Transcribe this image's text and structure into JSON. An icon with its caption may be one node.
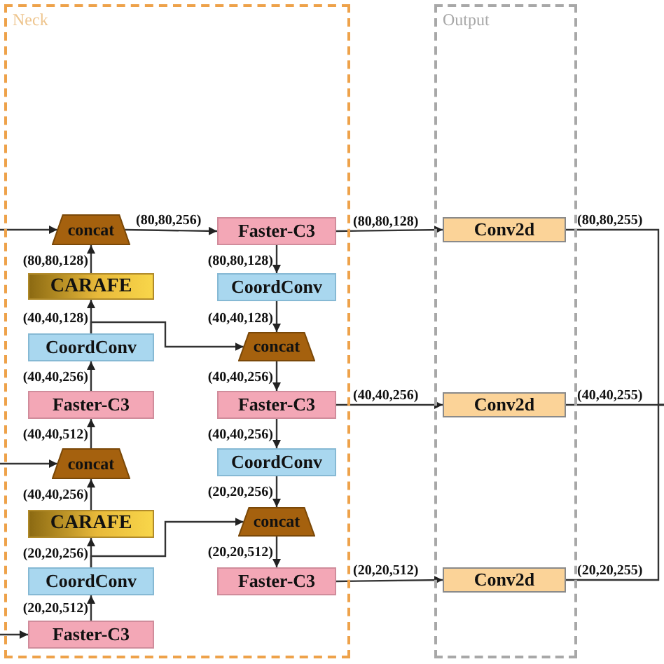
{
  "diagram": {
    "nodes": [
      {
        "text": [
          "Neck"
        ]
      },
      {
        "text": [
          "concat"
        ],
        "in": 0
      },
      {
        "text": [
          "Faster-C3"
        ],
        "in": 0
      },
      {
        "text": [
          "CARAFE"
        ],
        "in": 0
      },
      {
        "text": [
          "CoordConv"
        ],
        "in": 0
      },
      {
        "text": [
          "CoordConv"
        ],
        "in": 0
      },
      {
        "text": [
          "concat"
        ],
        "in": 0
      },
      {
        "text": [
          "Faster-C3"
        ],
        "in": 0
      },
      {
        "text": [
          "Faster-C3"
        ],
        "in": 0
      },
      {
        "text": [
          "concat"
        ],
        "in": 0
      },
      {
        "text": [
          "CoordConv"
        ],
        "in": 0
      },
      {
        "text": [
          "CARAFE"
        ],
        "in": 0
      },
      {
        "text": [
          "concat"
        ],
        "in": 0
      },
      {
        "text": [
          "CoordConv"
        ],
        "in": 0
      },
      {
        "text": [
          "Faster-C3"
        ],
        "in": 0
      },
      {
        "text": [
          "Faster-C3"
        ],
        "in": 0
      },
      {
        "text": [
          "Output"
        ]
      },
      {
        "text": [
          "Conv2d"
        ],
        "in": 16
      },
      {
        "text": [
          "Conv2d"
        ],
        "in": 16
      },
      {
        "text": [
          "Conv2d"
        ],
        "in": 16
      }
    ],
    "edges": [
      {
        "from": null,
        "to": 1,
        "arrow": "to"
      },
      {
        "from": 1,
        "to": 2,
        "arrow": "to",
        "label": "(80,80,256)"
      },
      {
        "from": 3,
        "to": 1,
        "arrow": "to",
        "label": "(80,80,128)"
      },
      {
        "from": 2,
        "to": 4,
        "arrow": "to",
        "label": "(80,80,128)"
      },
      {
        "from": 5,
        "to": 3,
        "arrow": "to",
        "label": "(40,40,128)"
      },
      {
        "from": 5,
        "to": 6,
        "arrow": "to"
      },
      {
        "from": 4,
        "to": 6,
        "arrow": "to",
        "label": "(40,40,128)"
      },
      {
        "from": 6,
        "to": 8,
        "arrow": "to",
        "label": "(40,40,256)"
      },
      {
        "from": 7,
        "to": 5,
        "arrow": "to",
        "label": "(40,40,256)"
      },
      {
        "from": 9,
        "to": 7,
        "arrow": "to",
        "label": "(40,40,512)"
      },
      {
        "from": null,
        "to": 9,
        "arrow": "to"
      },
      {
        "from": 8,
        "to": 10,
        "arrow": "to",
        "label": "(40,40,256)"
      },
      {
        "from": 11,
        "to": 9,
        "arrow": "to",
        "label": "(40,40,256)"
      },
      {
        "from": 13,
        "to": 11,
        "arrow": "to",
        "label": "(20,20,256)"
      },
      {
        "from": 13,
        "to": 12,
        "arrow": "to"
      },
      {
        "from": 10,
        "to": 12,
        "arrow": "to",
        "label": "(20,20,256)"
      },
      {
        "from": 12,
        "to": 14,
        "arrow": "to",
        "label": "(20,20,512)"
      },
      {
        "from": 15,
        "to": 13,
        "arrow": "to",
        "label": "(20,20,512)"
      },
      {
        "from": null,
        "to": 15,
        "arrow": "to"
      },
      {
        "from": 2,
        "to": 17,
        "arrow": "to",
        "label": "(80,80,128)"
      },
      {
        "from": 8,
        "to": 18,
        "arrow": "to",
        "label": "(40,40,256)"
      },
      {
        "from": 14,
        "to": 19,
        "arrow": "to",
        "label": "(20,20,512)"
      },
      {
        "from": 17,
        "to": null,
        "arrow": "none",
        "label": "(80,80,255)"
      },
      {
        "from": 18,
        "to": null,
        "arrow": "none",
        "label": "(40,40,255)"
      },
      {
        "from": 19,
        "to": null,
        "arrow": "none",
        "label": "(20,20,255)"
      }
    ]
  }
}
